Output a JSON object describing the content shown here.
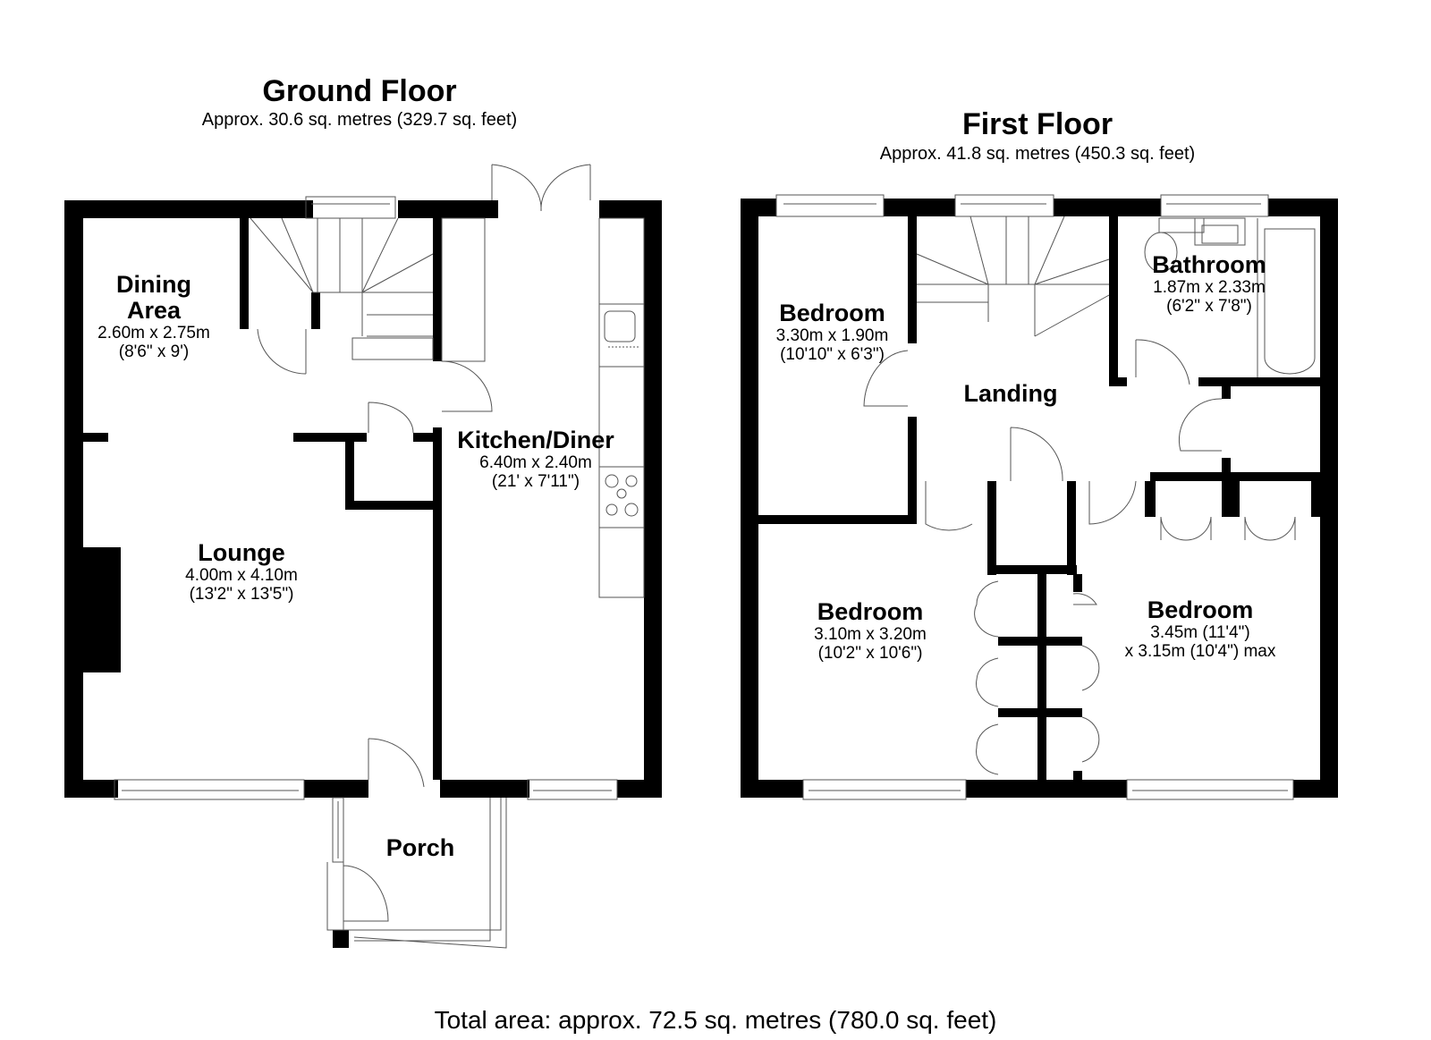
{
  "ground_floor": {
    "title": "Ground Floor",
    "area": "Approx. 30.6 sq. metres (329.7 sq. feet)",
    "rooms": [
      {
        "name": "Dining",
        "name2": "Area",
        "dim_metric": "2.60m x 2.75m",
        "dim_imperial": "(8'6\" x 9')"
      },
      {
        "name": "Kitchen/Diner",
        "dim_metric": "6.40m x 2.40m",
        "dim_imperial": "(21' x 7'11\")"
      },
      {
        "name": "Lounge",
        "dim_metric": "4.00m x 4.10m",
        "dim_imperial": "(13'2\" x 13'5\")"
      },
      {
        "name": "Porch"
      }
    ]
  },
  "first_floor": {
    "title": "First Floor",
    "area": "Approx. 41.8 sq. metres (450.3 sq. feet)",
    "rooms": [
      {
        "name": "Bedroom",
        "dim_metric": "3.30m x 1.90m",
        "dim_imperial": "(10'10\" x 6'3\")"
      },
      {
        "name": "Bathroom",
        "dim_metric": "1.87m x 2.33m",
        "dim_imperial": "(6'2\" x 7'8\")"
      },
      {
        "name": "Landing"
      },
      {
        "name": "Bedroom",
        "dim_metric": "3.10m x 3.20m",
        "dim_imperial": "(10'2\" x 10'6\")"
      },
      {
        "name": "Bedroom",
        "dim_metric": "3.45m (11'4\")",
        "dim_imperial": "x 3.15m (10'4\") max"
      }
    ]
  },
  "total_area": "Total area: approx. 72.5 sq. metres (780.0 sq. feet)",
  "colors": {
    "wall": "#000000",
    "line": "#555555",
    "background": "#ffffff"
  }
}
